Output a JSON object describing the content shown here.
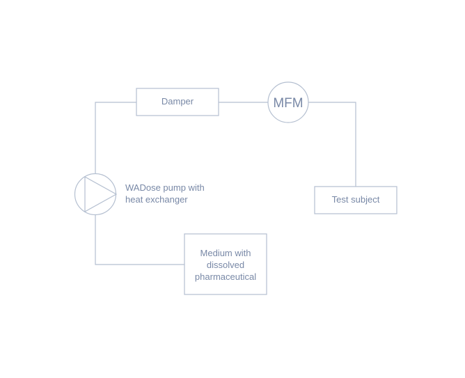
{
  "diagram": {
    "damper": {
      "label": "Damper"
    },
    "mfm": {
      "label": "MFM"
    },
    "test_subject": {
      "label": "Test subject"
    },
    "pump": {
      "label_line1": "WADose pump with",
      "label_line2": "heat exchanger"
    },
    "medium": {
      "label_line1": "Medium with",
      "label_line2": "dissolved",
      "label_line3": "pharmaceutical"
    },
    "colors": {
      "stroke": "#b4bfd0",
      "text": "#7888a6"
    }
  }
}
